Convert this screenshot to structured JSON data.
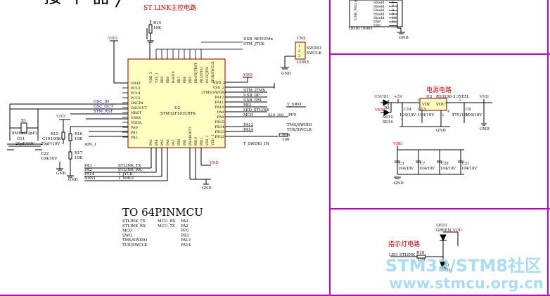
{
  "titles": {
    "partial_top": "接 中 器 ╱ · ·",
    "stlink": "ST LINK主控电路",
    "power": "电源电路",
    "indicator": "指示灯电路",
    "to64": "TO 64PINMCU"
  },
  "watermark": {
    "line1": "STM32/STM8社区",
    "line2": "www.stmcu.org.cn"
  },
  "usb_conn": {
    "part": "1050170001",
    "side": "USB_Micro",
    "pins": [
      {
        "name": "Shield",
        "num": "6"
      },
      {
        "name": "Shield",
        "num": "7"
      },
      {
        "name": "Shield",
        "num": "8"
      },
      {
        "name": "Shield",
        "num": "9"
      },
      {
        "name": "Shield",
        "num": "10"
      },
      {
        "name": "EXP",
        "num": "11"
      },
      {
        "name": "EXP",
        "num": ""
      }
    ],
    "gnd": "GND"
  },
  "mcu": {
    "ref": "U2",
    "part": "STM32F103CBT6",
    "left_pins": [
      "VBAT",
      "PC13",
      "PC14",
      "PC15",
      "OSCIN",
      "OSCOUT",
      "NRST",
      "VSSA",
      "VDDA",
      "PA0",
      "PA1",
      "PA2"
    ],
    "right_pins": [
      "VDD_2",
      "VSS_2",
      "JTMS/SWDIO",
      "PA12",
      "PA11",
      "PA10",
      "PA9",
      "PA8",
      "PB15",
      "PB14",
      "PB13",
      "PB12"
    ],
    "top_pins": [
      "VDD_3",
      "VSS_3",
      "PB9",
      "PB8",
      "BOOT0",
      "PB7",
      "PB6",
      "PB5",
      "PB4/NJTRST",
      "PB3/JTDO",
      "PA15/JTDI",
      "JTCK/SWCLK"
    ],
    "bottom_pins": [
      "PA3",
      "PA4",
      "PA5",
      "PA6",
      "PA7",
      "PB0",
      "PB1",
      "PB2/BOOT1",
      "PB10",
      "PB11",
      "VSS_1",
      "VDD_1"
    ]
  },
  "nets": {
    "vdd": "VDD",
    "gnd": "GND",
    "usb_renum": "USB_RENUMn",
    "stm_jtck": "STM_JTCK",
    "stm_jtms": "STM_JTMS",
    "usb_dp": "USB_DP",
    "usb_dm": "USB_DM",
    "pb3": "PB3",
    "led_stlink": "LED_STLINK",
    "mco": "MCO",
    "r19": "R19_100",
    "pf0": "PF0",
    "t_swo": "T_SWO",
    "pa13": "PA13",
    "pa14": "PA14",
    "tms_swdio": "TMS/SWDIO",
    "tck_swclk": "TCK/SWCLK",
    "t_swdio_in": "T_SWDIO_IN",
    "osc_in": "OSC_IN",
    "osc_out": "OSC_OUT",
    "stm_rst": "STM_RST",
    "ain1": "AIN_1",
    "pa3": "PA3",
    "pa2": "PA2",
    "pa14b": "PA14",
    "nrst": "NRST",
    "stlink_tx": "STLINK_TX",
    "stlink_rx": "STLINK_RX",
    "t_jtck": "T_JTCK",
    "t_nrst": "T_NRST"
  },
  "components": {
    "r14": {
      "ref": "R14",
      "val": "10K"
    },
    "r15": {
      "ref": "R15",
      "val": "100K"
    },
    "r16": {
      "ref": "R16",
      "val": "10K"
    },
    "r17": {
      "ref": "R17",
      "val": "10K"
    },
    "r18": {
      "ref": "R18",
      "val": "100"
    },
    "r18b": {
      "ref": "R18",
      "val": "100"
    },
    "x1": {
      "ref": "X1",
      "val": "8MHz(12pF)"
    },
    "c11": {
      "ref": "C11",
      "val": "20pF/10V"
    },
    "c19": {
      "ref": "C19",
      "val": "20pF/10V"
    },
    "c22": {
      "ref": "C22",
      "val": "104/10V"
    },
    "cn2": {
      "ref": "CN2",
      "val": "CON3",
      "pins": [
        "1",
        "2",
        "3"
      ],
      "sig1": "SWDIO",
      "sig2": "SWCLK"
    }
  },
  "power": {
    "u5v": "U5V",
    "d1": "D1",
    "plus5v": "+5V",
    "ven": "VEN",
    "d2": "D2",
    "ss14a": "SS14",
    "ss14b": "SS14",
    "u3": "U3",
    "reg": "RS3236-3.3YE5L",
    "vin": "VIN",
    "vout": "VOUT",
    "pin1": "1",
    "pin2": "2",
    "pin3": "3",
    "pin4": "4",
    "c14": "C14",
    "c14v": "104/10V",
    "c13": "C13",
    "c13v": "104/10V",
    "c16": "C6",
    "c16v": "104/16V",
    "c2": "C2",
    "c2v": "47N/16V",
    "vdd": "VDD",
    "gnd": "GND",
    "decap": [
      {
        "ref": "C3",
        "val": "104/10V"
      },
      {
        "ref": "C7",
        "val": "104/10V"
      },
      {
        "ref": "C20",
        "val": "104/10V"
      },
      {
        "ref": "C21",
        "val": "104/10V"
      }
    ]
  },
  "indicator": {
    "led3": "LED3",
    "green": "GREEN",
    "vdd": "VDD",
    "net": "LED_STLINK",
    "r18": "R18",
    "r18v": "100",
    "red": "RED",
    "led4": "LED4"
  },
  "mapping": [
    {
      "a": "STLINK_TX",
      "b": "MCU_RX",
      "c": "PA3"
    },
    {
      "a": "STLINK_RX",
      "b": "MCU_TX",
      "c": "PA2"
    },
    {
      "a": "MCO",
      "b": "",
      "c": "PF0"
    },
    {
      "a": "SWO",
      "b": "",
      "c": "PB3"
    },
    {
      "a": "TMS/SWDIO",
      "b": "",
      "c": "PA13"
    },
    {
      "a": "TCK/SWCLK",
      "b": "",
      "c": "PA14"
    }
  ]
}
